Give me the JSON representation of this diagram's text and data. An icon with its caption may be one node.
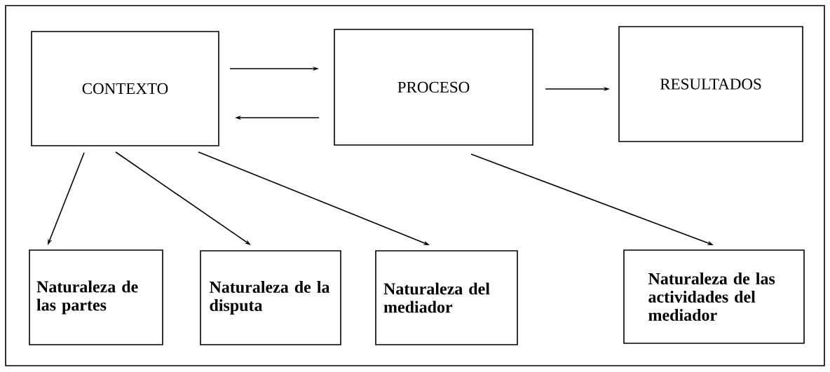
{
  "diagram": {
    "nodes": [
      {
        "text": [
          "CONTEXTO"
        ]
      },
      {
        "text": [
          "PROCESO"
        ]
      },
      {
        "text": [
          "RESULTADOS"
        ]
      },
      {
        "text": [
          "Naturaleza de las partes"
        ]
      },
      {
        "text": [
          "Naturaleza de la disputa"
        ]
      },
      {
        "text": [
          "Naturaleza del mediador"
        ]
      },
      {
        "text": [
          "Naturaleza de las actividades del mediador"
        ]
      }
    ],
    "edges": [
      {
        "from": 0,
        "to": 1,
        "arrow": "to"
      },
      {
        "from": 1,
        "to": 0,
        "arrow": "to"
      },
      {
        "from": 1,
        "to": 2,
        "arrow": "to"
      },
      {
        "from": 0,
        "to": 3,
        "arrow": "to"
      },
      {
        "from": 0,
        "to": 4,
        "arrow": "to"
      },
      {
        "from": 0,
        "to": 5,
        "arrow": "to"
      },
      {
        "from": 1,
        "to": 6,
        "arrow": "to"
      }
    ]
  }
}
